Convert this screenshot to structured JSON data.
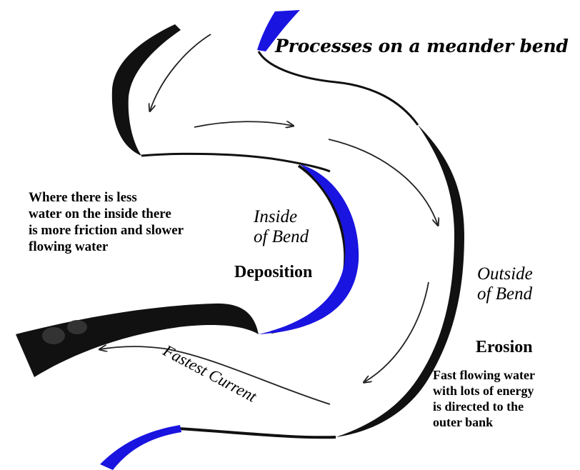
{
  "title": "Processes on a meander bend",
  "labels": {
    "inside_bend": "Inside\nof Bend",
    "outside_bend": "Outside\nof Bend",
    "deposition": "Deposition",
    "erosion": "Erosion",
    "fastest_current": "Fastest Current"
  },
  "notes": {
    "inside": "Where there is less\nwater on the inside there\nis more friction and slower\nflowing water",
    "outside": "Fast flowing water\nwith lots of energy\nis directed to the\nouter bank"
  },
  "colors": {
    "bank": "#111111",
    "deposit": "#1a14e0",
    "text": "#000000",
    "background": "#ffffff"
  }
}
